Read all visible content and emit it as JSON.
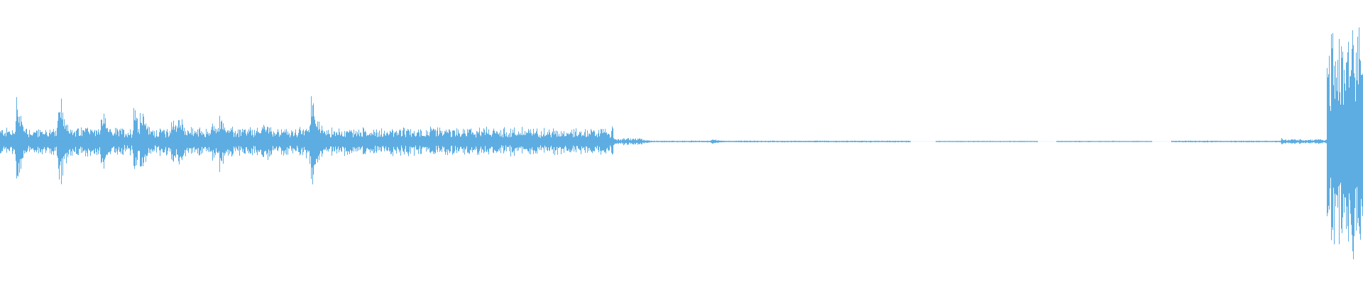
{
  "waveform": {
    "color": "#5dade2",
    "background": "#ffffff",
    "baseline_amplitude": 0.012,
    "segments": [
      {
        "start": 0.0,
        "end": 0.45,
        "level": 0.06
      },
      {
        "start": 0.45,
        "end": 0.471,
        "level": 0.015
      },
      {
        "start": 0.471,
        "end": 0.668,
        "level": 0.004
      },
      {
        "start": 0.686,
        "end": 0.761,
        "level": 0.003
      },
      {
        "start": 0.775,
        "end": 0.845,
        "level": 0.003
      },
      {
        "start": 0.859,
        "end": 0.944,
        "level": 0.004
      },
      {
        "start": 0.944,
        "end": 0.973,
        "level": 0.01
      },
      {
        "start": 0.973,
        "end": 1.0,
        "level": 0.5
      }
    ],
    "peaks": [
      {
        "pos": 0.012,
        "amp": 0.3
      },
      {
        "pos": 0.043,
        "amp": 0.37
      },
      {
        "pos": 0.063,
        "amp": 0.16
      },
      {
        "pos": 0.074,
        "amp": 0.24
      },
      {
        "pos": 0.098,
        "amp": 0.26
      },
      {
        "pos": 0.103,
        "amp": 0.28
      },
      {
        "pos": 0.126,
        "amp": 0.2
      },
      {
        "pos": 0.131,
        "amp": 0.22
      },
      {
        "pos": 0.155,
        "amp": 0.16
      },
      {
        "pos": 0.161,
        "amp": 0.25
      },
      {
        "pos": 0.192,
        "amp": 0.18
      },
      {
        "pos": 0.196,
        "amp": 0.15
      },
      {
        "pos": 0.224,
        "amp": 0.12
      },
      {
        "pos": 0.228,
        "amp": 0.37
      },
      {
        "pos": 0.254,
        "amp": 0.1
      },
      {
        "pos": 0.289,
        "amp": 0.06
      },
      {
        "pos": 0.324,
        "amp": 0.07
      },
      {
        "pos": 0.356,
        "amp": 0.07
      },
      {
        "pos": 0.382,
        "amp": 0.08
      },
      {
        "pos": 0.412,
        "amp": 0.06
      },
      {
        "pos": 0.437,
        "amp": 0.04
      },
      {
        "pos": 0.472,
        "amp": 0.015
      },
      {
        "pos": 0.522,
        "amp": 0.02
      },
      {
        "pos": 0.597,
        "amp": 0.008
      },
      {
        "pos": 0.624,
        "amp": 0.008
      },
      {
        "pos": 0.94,
        "amp": 0.025
      },
      {
        "pos": 0.978,
        "amp": 0.42
      },
      {
        "pos": 0.985,
        "amp": 0.48
      },
      {
        "pos": 0.992,
        "amp": 0.45
      },
      {
        "pos": 0.998,
        "amp": 0.44
      }
    ]
  }
}
